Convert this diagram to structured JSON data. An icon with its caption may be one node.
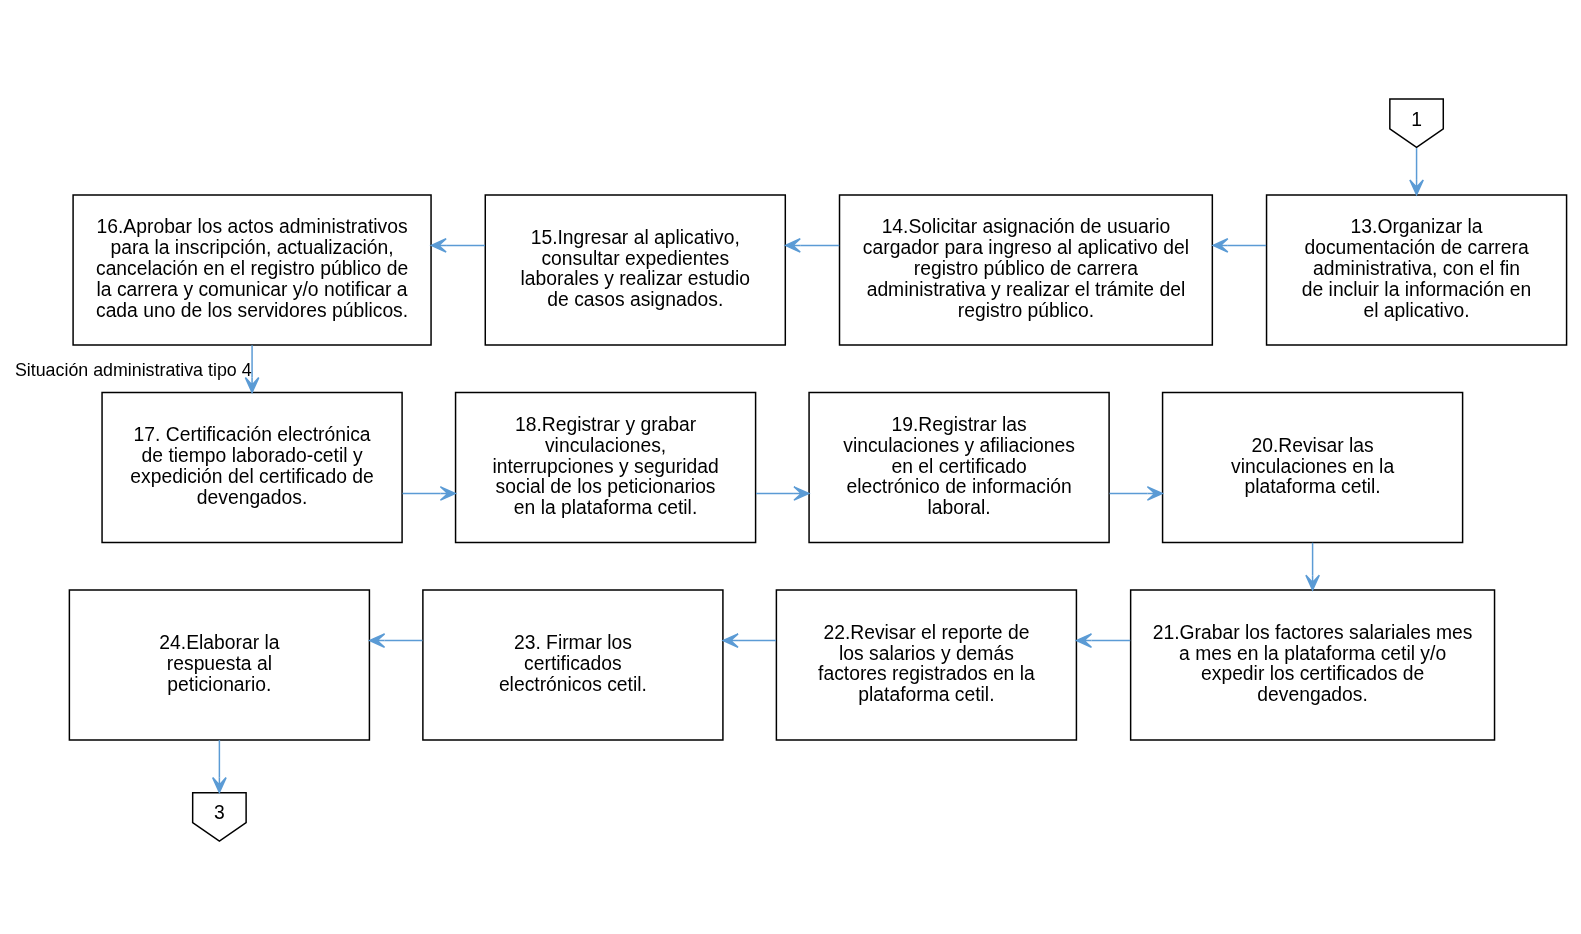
{
  "diagram": {
    "nodes": [
      {
        "text": [
          "1"
        ]
      },
      {
        "text": [
          "13.Organizar la documentación de carrera administrativa, con el fin de incluir la información en el aplicativo."
        ]
      },
      {
        "text": [
          "14.Solicitar asignación de usuario cargador para ingreso al aplicativo del registro público de carrera administrativa y realizar el trámite del registro público."
        ]
      },
      {
        "text": [
          "15.Ingresar al aplicativo, consultar expedientes laborales y realizar estudio de casos asignados."
        ]
      },
      {
        "text": [
          "16.Aprobar los actos administrativos para la inscripción, actualización, cancelación en el registro público de la carrera y comunicar y/o notificar a cada uno de los servidores públicos."
        ]
      },
      {
        "text": [
          "17. Certificación electrónica de tiempo laborado-cetil y expedición del certificado de devengados."
        ]
      },
      {
        "text": [
          "18.Registrar y grabar vinculaciones, interrupciones y seguridad social de los peticionarios en la plataforma cetil."
        ]
      },
      {
        "text": [
          "19.Registrar las vinculaciones y afiliaciones en el certificado electrónico de información laboral."
        ]
      },
      {
        "text": [
          "20.Revisar las vinculaciones en la plataforma cetil."
        ]
      },
      {
        "text": [
          "21.Grabar los factores salariales mes a mes en la plataforma cetil y/o expedir los certificados de devengados."
        ]
      },
      {
        "text": [
          "22.Revisar el reporte de los salarios y demás factores registrados en la plataforma cetil."
        ]
      },
      {
        "text": [
          "23. Firmar los certificados electrónicos cetil."
        ]
      },
      {
        "text": [
          "24.Elaborar la respuesta al peticionario."
        ]
      },
      {
        "text": [
          "3"
        ]
      }
    ],
    "edges": [
      {
        "from": 0,
        "to": 1,
        "arrow": "to"
      },
      {
        "from": 1,
        "to": 2,
        "arrow": "to"
      },
      {
        "from": 2,
        "to": 3,
        "arrow": "to"
      },
      {
        "from": 3,
        "to": 4,
        "arrow": "to"
      },
      {
        "from": 4,
        "to": 5,
        "arrow": "to",
        "label": "Situación administrativa tipo 4"
      },
      {
        "from": 5,
        "to": 6,
        "arrow": "to"
      },
      {
        "from": 6,
        "to": 7,
        "arrow": "to"
      },
      {
        "from": 7,
        "to": 8,
        "arrow": "to"
      },
      {
        "from": 8,
        "to": 9,
        "arrow": "to"
      },
      {
        "from": 9,
        "to": 10,
        "arrow": "to"
      },
      {
        "from": 10,
        "to": 11,
        "arrow": "to"
      },
      {
        "from": 11,
        "to": 12,
        "arrow": "to"
      },
      {
        "from": 12,
        "to": 13,
        "arrow": "to"
      }
    ]
  }
}
